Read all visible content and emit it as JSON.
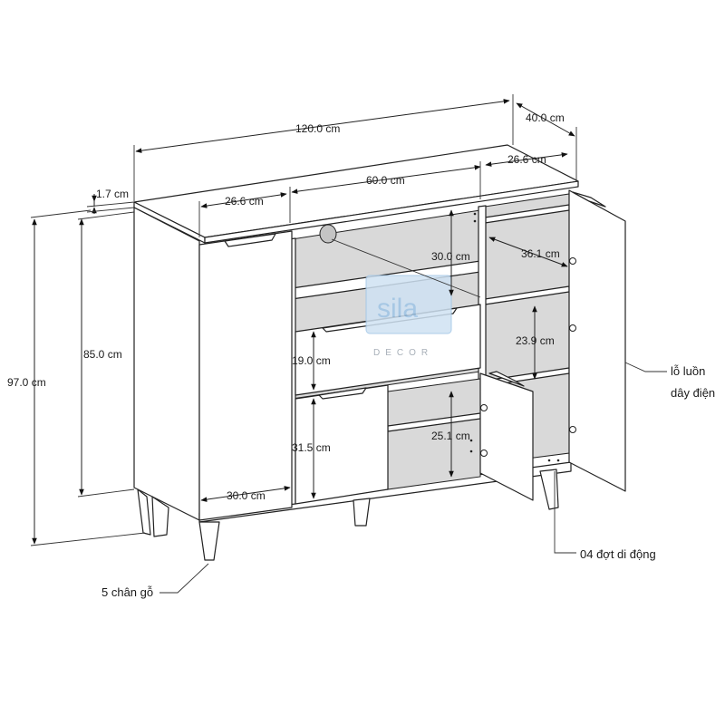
{
  "dimensions": {
    "total_width": "120.0 cm",
    "depth": "40.0 cm",
    "right_section_width": "26.6 cm",
    "middle_width": "60.0 cm",
    "left_section_width": "26.6 cm",
    "top_thickness": "1.7 cm",
    "body_height": "85.0 cm",
    "total_height": "97.0  cm",
    "upper_open_height": "30.0 cm",
    "shelf_depth": "36.1 cm",
    "shelf_spacing": "23.9 cm",
    "drawer_height": "19.0 cm",
    "lower_compartment_height": "31.5 cm",
    "inner_compartment_height": "25.1 cm",
    "left_door_width": "30.0 cm"
  },
  "annotations": {
    "cable_hole_line1": "lỗ luồn",
    "cable_hole_line2": "dây điện",
    "movable_shelves": "04 đợt di động",
    "wooden_legs": "5 chân gỗ"
  },
  "watermark": {
    "logo_text": "sila",
    "sub_text": "DECOR",
    "color": "#9ec4e6"
  }
}
